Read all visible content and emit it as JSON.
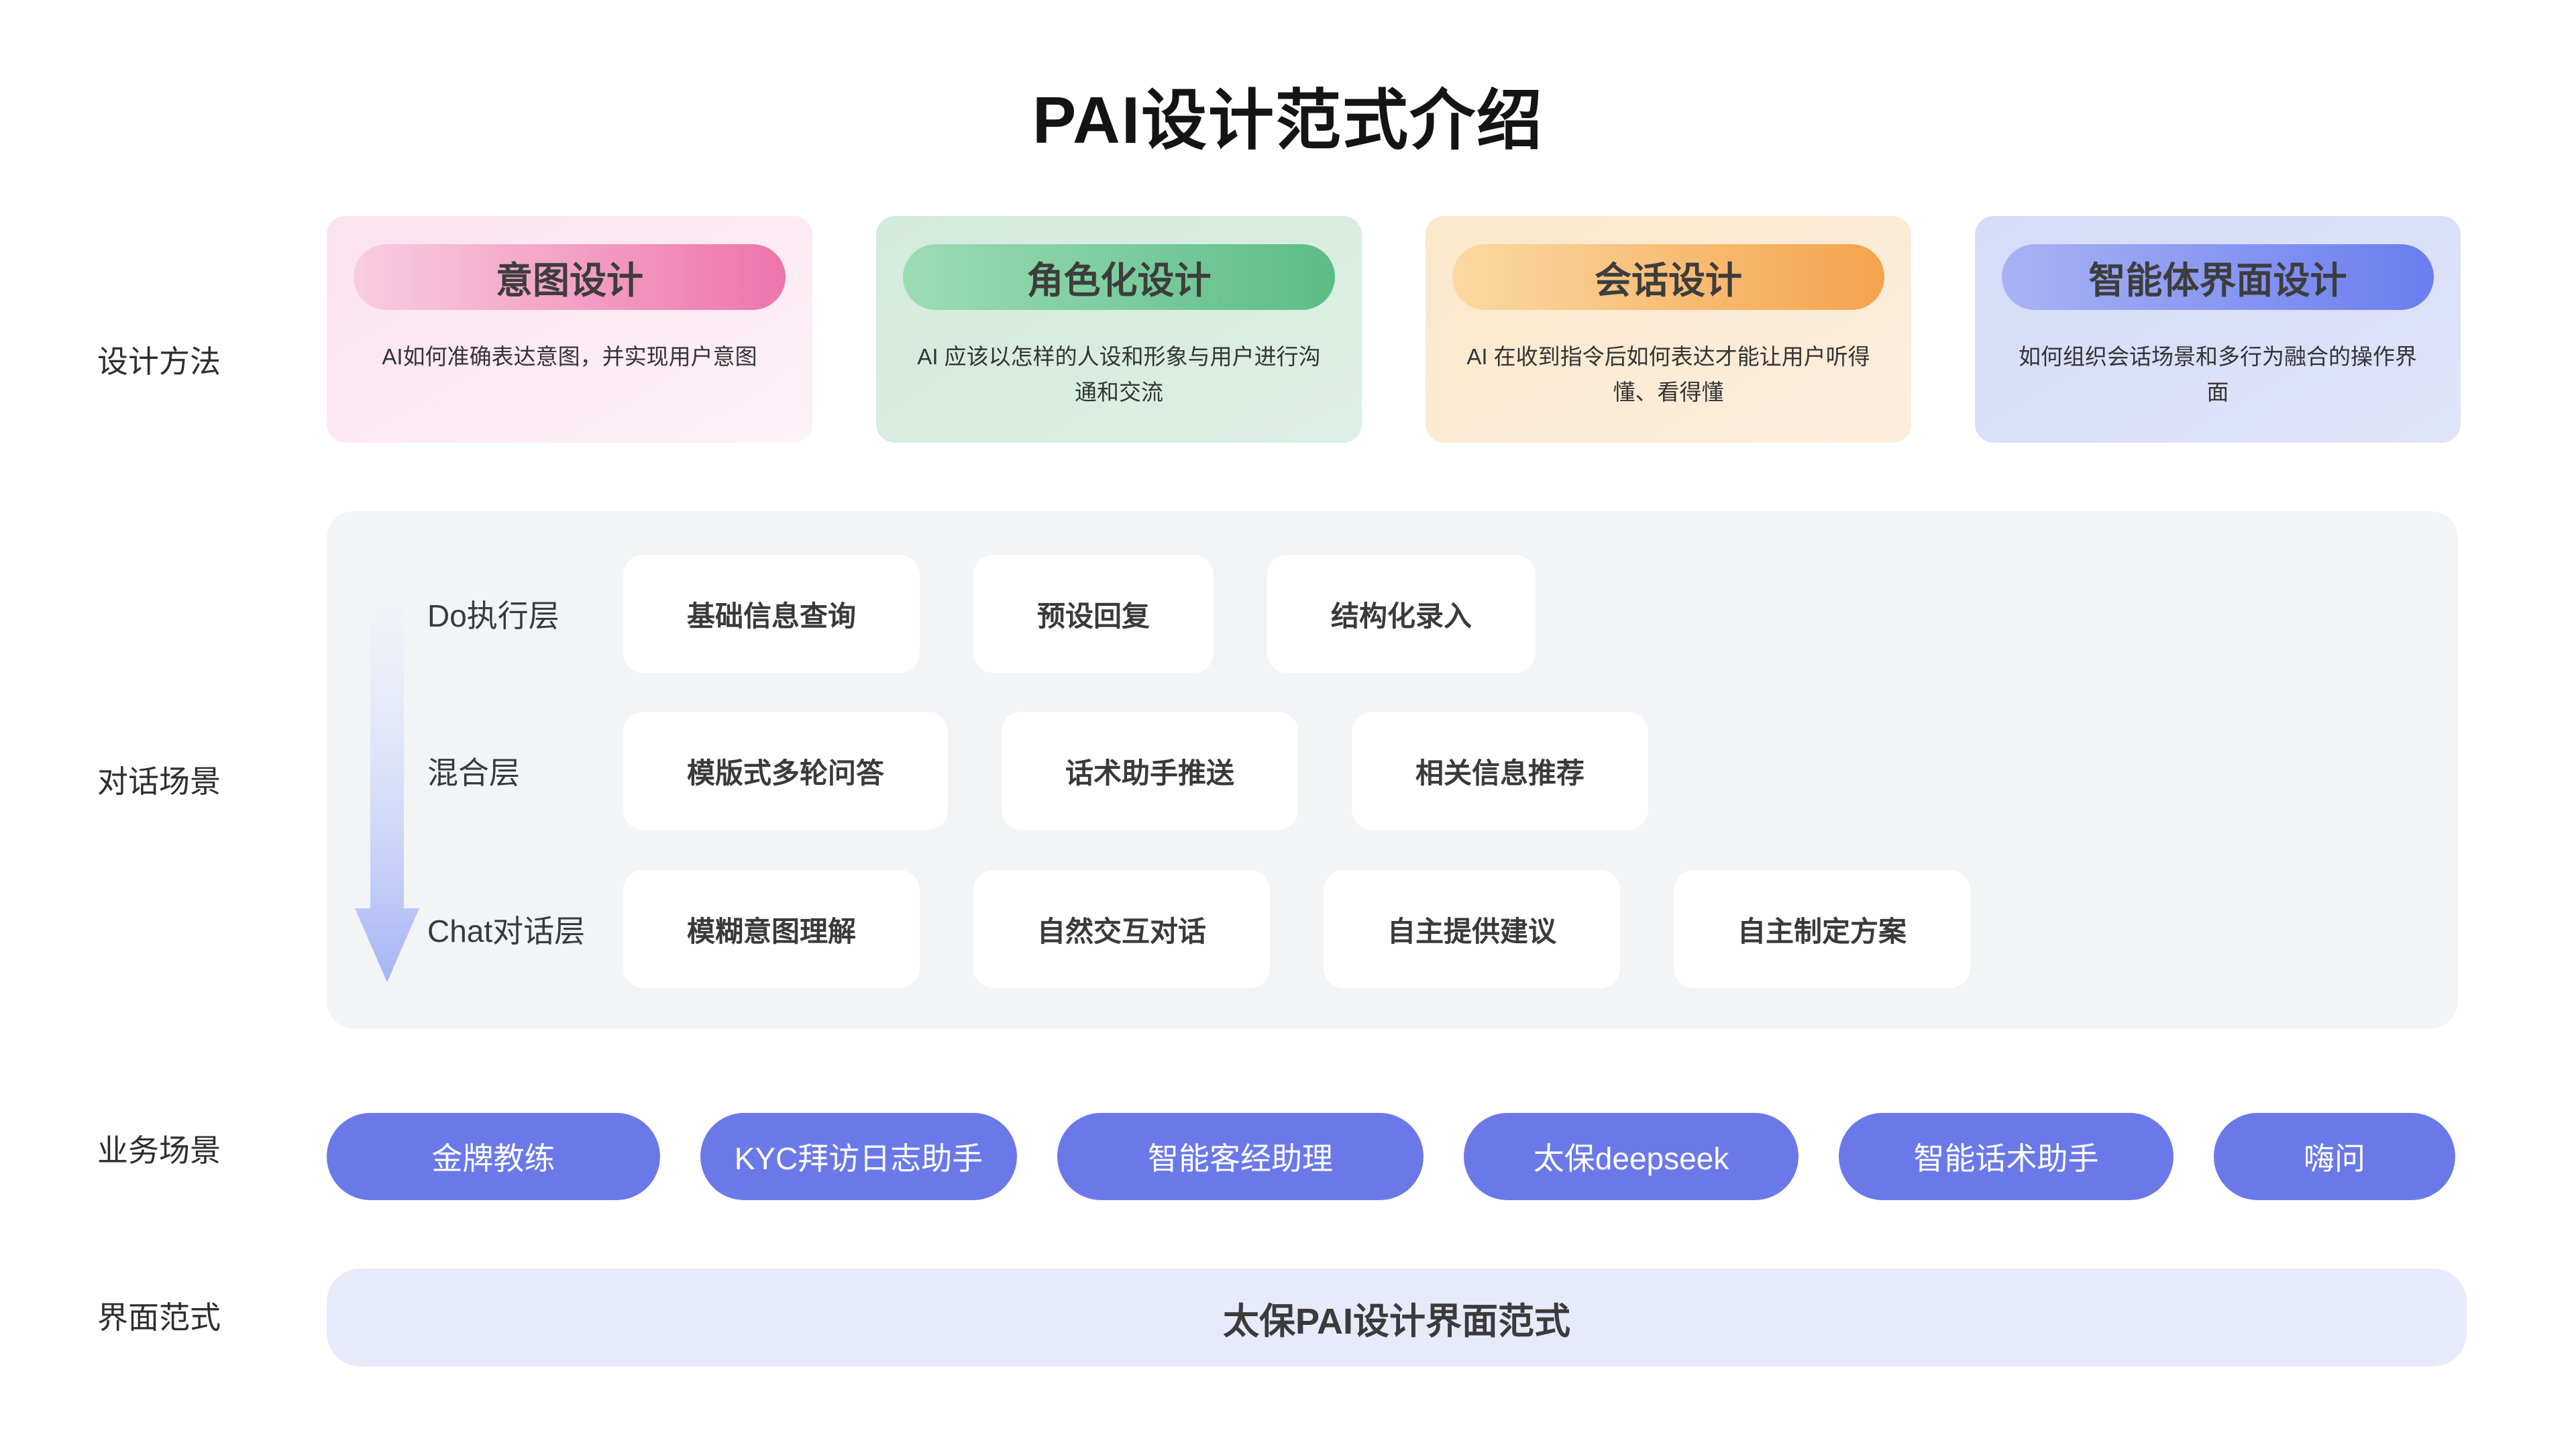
{
  "title": "PAI设计范式介绍",
  "rows": {
    "design_methods": {
      "label": "设计方法",
      "cards": [
        {
          "title": "意图设计",
          "desc": "AI如何准确表达意图，并实现用户意图",
          "theme": "pink"
        },
        {
          "title": "角色化设计",
          "desc": "AI 应该以怎样的人设和形象与用户进行沟通和交流",
          "theme": "green"
        },
        {
          "title": "会话设计",
          "desc": "AI 在收到指令后如何表达才能让用户听得懂、看得懂",
          "theme": "orange"
        },
        {
          "title": "智能体界面设计",
          "desc": "如何组织会话场景和多行为融合的操作界面",
          "theme": "blue"
        }
      ]
    },
    "dialog_scenes": {
      "label": "对话场景",
      "layers": [
        {
          "name": "Do执行层",
          "items": [
            "基础信息查询",
            "预设回复",
            "结构化录入"
          ]
        },
        {
          "name": "混合层",
          "items": [
            "模版式多轮问答",
            "话术助手推送",
            "相关信息推荐"
          ]
        },
        {
          "name": "Chat对话层",
          "items": [
            "模糊意图理解",
            "自然交互对话",
            "自主提供建议",
            "自主制定方案"
          ]
        }
      ]
    },
    "business_scenes": {
      "label": "业务场景",
      "pills": [
        "金牌教练",
        "KYC拜访日志助手",
        "智能客经助理",
        "太保deepseek",
        "智能话术助手",
        "嗨问"
      ]
    },
    "interface_paradigm": {
      "label": "界面范式",
      "bar": "太保PAI设计界面范式"
    }
  },
  "colors": {
    "pink_header": "#ee74ab",
    "green_header": "#5cbd86",
    "orange_header": "#f4a34c",
    "blue_header": "#6a7df0",
    "pill": "#6b79e8",
    "panel": "#f3f4f6",
    "paradigm_bar": "#e7eafb",
    "arrow": "#a5b4f6"
  }
}
